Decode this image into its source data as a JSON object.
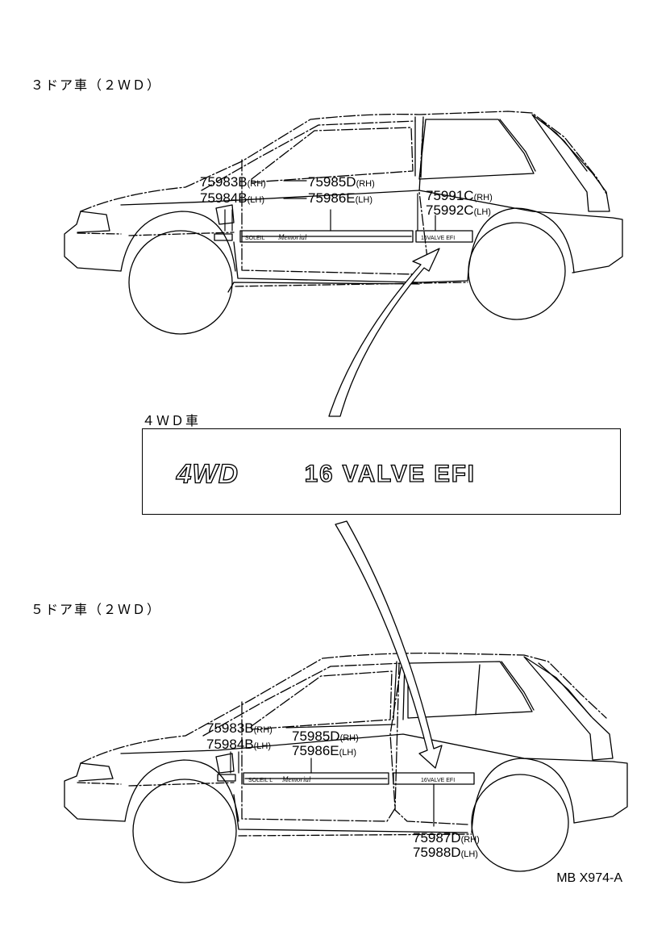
{
  "headers": {
    "door3": "３ドア車（２ＷＤ）",
    "wd4": "４ＷＤ車",
    "door5": "５ドア車（２ＷＤ）"
  },
  "emblem": {
    "text_4wd": "4WD",
    "text_rest": "16 VALVE EFI"
  },
  "top_car": {
    "parts": [
      {
        "no": "75983B",
        "side": "(RH)"
      },
      {
        "no": "75984B",
        "side": "(LH)"
      },
      {
        "no": "75985D",
        "side": "(RH)"
      },
      {
        "no": "75986E",
        "side": "(LH)"
      },
      {
        "no": "75991C",
        "side": "(RH)"
      },
      {
        "no": "75992C",
        "side": "(LH)"
      }
    ],
    "stripe_brand": "SOLEIL",
    "stripe_script": "Memorial",
    "stripe_rear": "16VALVE EFI"
  },
  "bottom_car": {
    "parts": [
      {
        "no": "75983B",
        "side": "(RH)"
      },
      {
        "no": "75984B",
        "side": "(LH)"
      },
      {
        "no": "75985D",
        "side": "(RH)"
      },
      {
        "no": "75986E",
        "side": "(LH)"
      },
      {
        "no": "75987D",
        "side": "(RH)"
      },
      {
        "no": "75988D",
        "side": "(LH)"
      }
    ],
    "stripe_brand": "SOLEIL L",
    "stripe_script": "Memorial",
    "stripe_rear": "16VALVE EFI"
  },
  "reference": "MB X974-A"
}
